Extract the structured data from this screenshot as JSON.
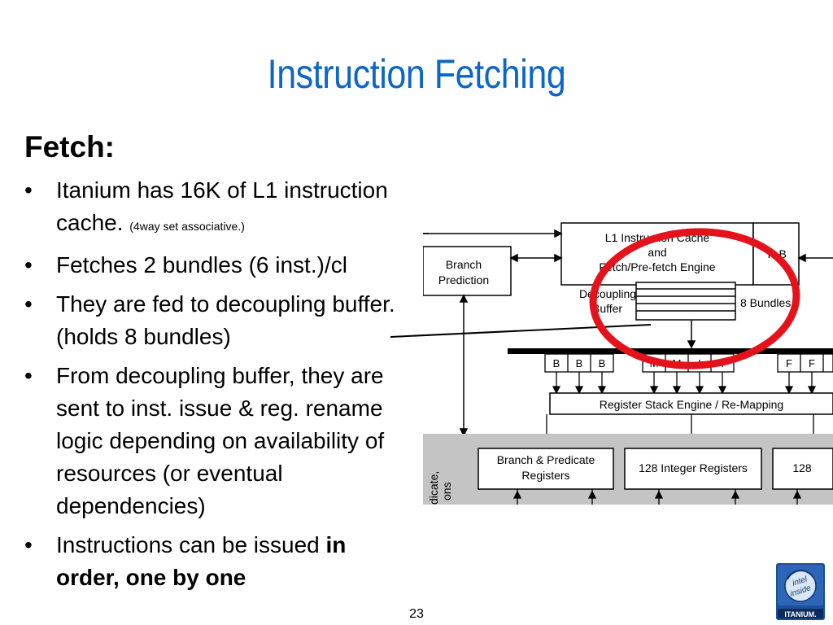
{
  "slide": {
    "title": "Instruction Fetching",
    "heading": "Fetch:",
    "bullets": [
      {
        "text": "Itanium has 16K of L1 instruction cache.",
        "note": "(4way set associative.)"
      },
      {
        "text": "Fetches 2 bundles (6 inst.)/cl"
      },
      {
        "text": "They are fed to decoupling buffer. (holds 8 bundles)"
      },
      {
        "text": "From decoupling buffer, they are sent to inst. issue & reg. rename logic depending on availability of resources (or eventual dependencies)"
      },
      {
        "text_before": "Instructions can be issued ",
        "bold": "in order, one by one"
      }
    ],
    "bullet_symbol": "•",
    "page_number": "23"
  },
  "diagram": {
    "l1_cache": [
      "L1 Instruction Cache",
      "and",
      "Fetch/Pre-fetch Engine"
    ],
    "tlb": "TLB",
    "branch_prediction": [
      "Branch",
      "Prediction"
    ],
    "decoupling_buffer": [
      "Decoupling",
      "Buffer"
    ],
    "bundles": "8 Bundles",
    "issue_ports": [
      "B",
      "B",
      "B",
      "M",
      "M",
      "I",
      "I",
      "F",
      "F"
    ],
    "register_stack": "Register Stack Engine / Re-Mapping",
    "branch_predicate_registers": [
      "Branch & Predicate",
      "Registers"
    ],
    "integer_registers": "128 Integer Registers",
    "fp_registers": "128",
    "side_text": [
      "dicate,",
      "ons"
    ]
  },
  "badge": {
    "logo_line1": "intel",
    "logo_line2": "inside",
    "product": "ITANIUM."
  },
  "colors": {
    "title": "#0a66c8",
    "highlight_ring": "#e4131b",
    "band": "#c4c4c4",
    "badge": "#1c4f9c"
  }
}
